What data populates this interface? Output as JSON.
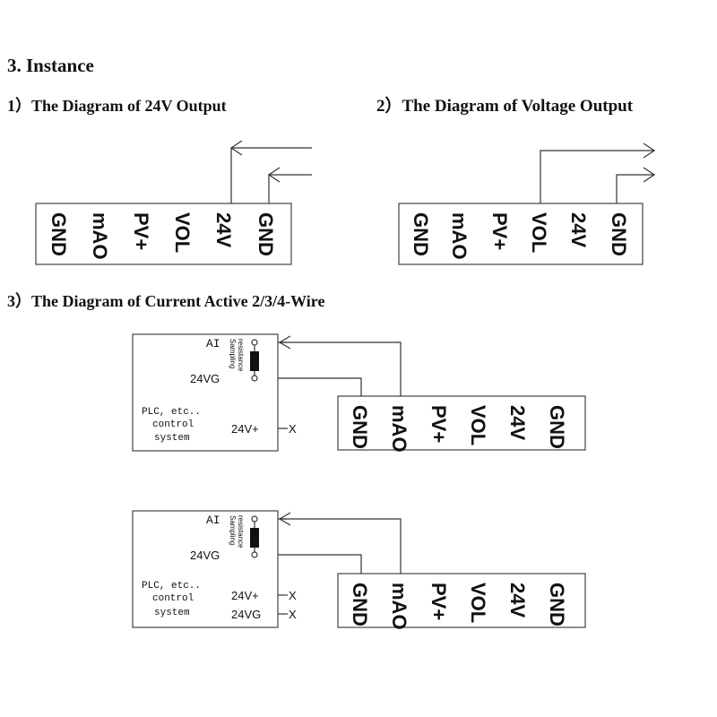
{
  "title": "3. Instance",
  "sections": {
    "s1": "1）The Diagram of 24V Output",
    "s2": "2）The Diagram of Voltage Output",
    "s3": "3）The Diagram of Current Active 2/3/4-Wire"
  },
  "terminals": [
    "GND",
    "mAO",
    "PV+",
    "VOL",
    "24V",
    "GND"
  ],
  "plc": {
    "ai": "AI",
    "g24": "24VG",
    "sampling1": "Sampling",
    "sampling2": "resistance",
    "line1": "PLC, etc..",
    "line2": "control",
    "line3": "system",
    "vplus": "24V+",
    "vg": "24VG",
    "x": "X"
  }
}
